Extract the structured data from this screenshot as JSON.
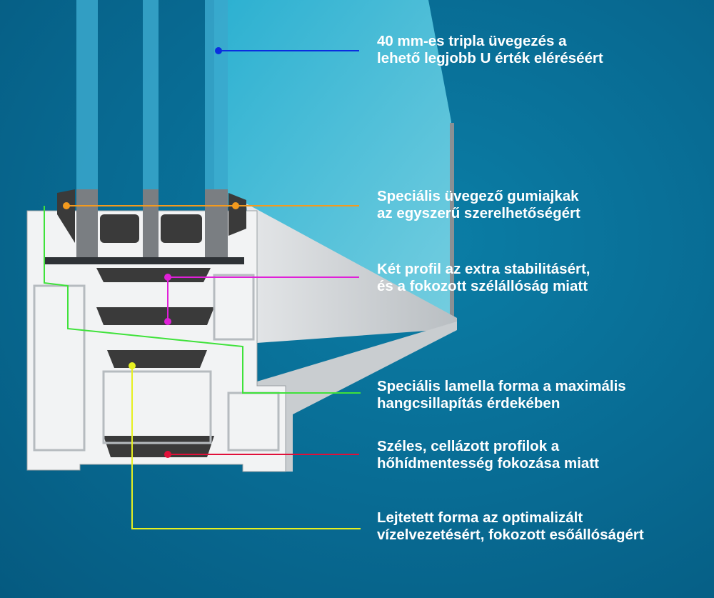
{
  "colors": {
    "background": "#086a92",
    "glass": "#3fc0dc",
    "profile": "#d6d9dc",
    "seal": "#3a3a3a",
    "lead_glazing": "#0a2ee0",
    "lead_gasket": "#f39a1e",
    "lead_profiles": "#e020d8",
    "lead_lamella": "#3fe23a",
    "lead_cells": "#e0103a",
    "lead_slope": "#e6f020"
  },
  "annotations": [
    {
      "lines": [
        "40 mm-es tripla üvegezés a",
        "lehető legjobb U érték eléréséért"
      ]
    },
    {
      "lines": [
        "Speciális üvegező gumiajkak",
        "az egyszerű szerelhetőségért"
      ]
    },
    {
      "lines": [
        "Két profil az extra stabilitásért,",
        "és a fokozott szélállóság miatt"
      ]
    },
    {
      "lines": [
        "Speciális lamella forma a maximális",
        "hangcsillapítás érdekében"
      ]
    },
    {
      "lines": [
        "Széles, cellázott profilok a",
        "hőhídmentesség fokozása miatt"
      ]
    },
    {
      "lines": [
        "Lejtetett forma az optimalizált",
        "vízelvezetésért, fokozott esőállóságért"
      ]
    }
  ]
}
